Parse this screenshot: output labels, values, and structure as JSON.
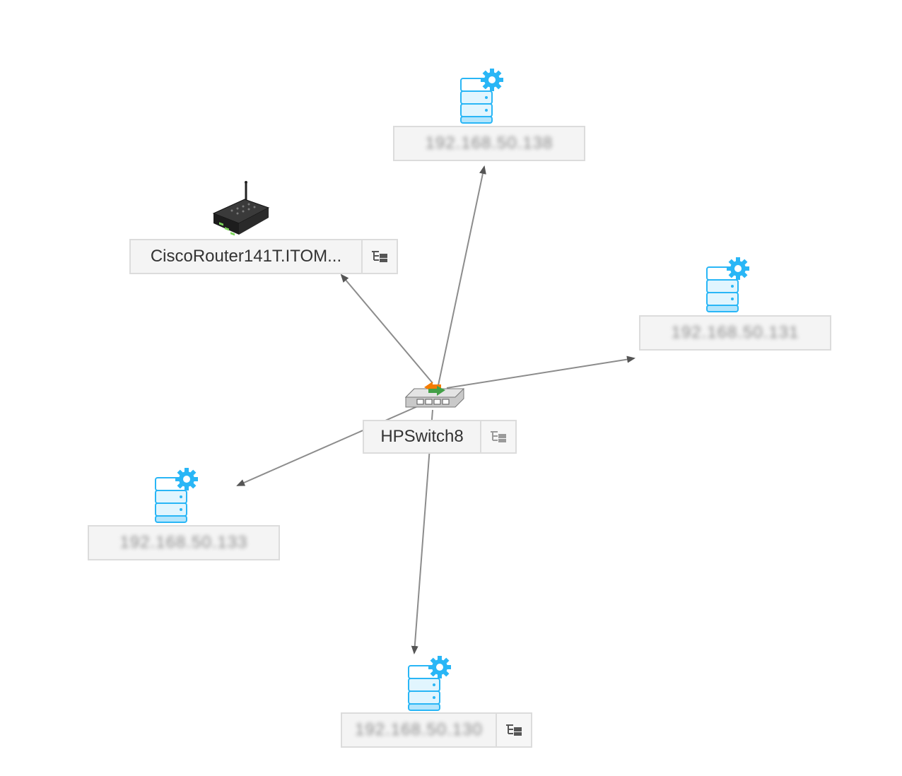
{
  "topology": {
    "center": {
      "name": "HPSwitch8",
      "icon": "network-switch-icon",
      "has_expand": true
    },
    "nodes": [
      {
        "id": "router",
        "name": "CiscoRouter141T.ITOM...",
        "icon": "router-icon",
        "blurred": false,
        "has_expand": true
      },
      {
        "id": "server-138",
        "name": "192.168.50.138",
        "icon": "server-gear-icon",
        "blurred": true,
        "has_expand": false
      },
      {
        "id": "server-131",
        "name": "192.168.50.131",
        "icon": "server-gear-icon",
        "blurred": true,
        "has_expand": false
      },
      {
        "id": "server-133",
        "name": "192.168.50.133",
        "icon": "server-gear-icon",
        "blurred": true,
        "has_expand": false
      },
      {
        "id": "server-130",
        "name": "192.168.50.130",
        "icon": "server-gear-icon",
        "blurred": true,
        "has_expand": true
      }
    ],
    "edges": [
      {
        "from": "HPSwitch8",
        "to": "router"
      },
      {
        "from": "HPSwitch8",
        "to": "server-138"
      },
      {
        "from": "HPSwitch8",
        "to": "server-131"
      },
      {
        "from": "HPSwitch8",
        "to": "server-133"
      },
      {
        "from": "HPSwitch8",
        "to": "server-130"
      }
    ],
    "colors": {
      "edge": "#8c8c8c",
      "arrow": "#555555",
      "server_icon": "#29b6f6",
      "server_fill": "#e1f5fe"
    }
  }
}
